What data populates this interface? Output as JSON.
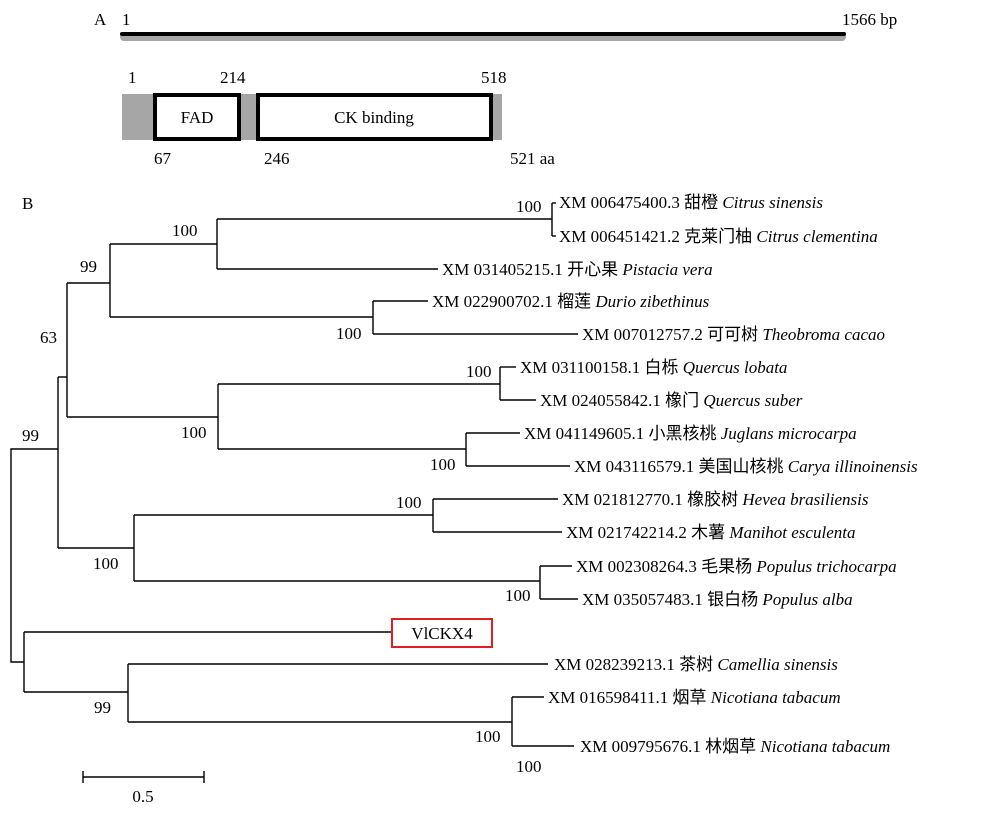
{
  "panel_a": {
    "label": "A",
    "gene": {
      "start": "1",
      "end": "1566 bp"
    },
    "protein": {
      "pos_start": "1",
      "pos_214": "214",
      "pos_518": "518",
      "pos_67": "67",
      "pos_246": "246",
      "pos_end": "521 aa",
      "domains": [
        {
          "name": "FAD",
          "from": 67,
          "to": 214
        },
        {
          "name": "CK binding",
          "from": 246,
          "to": 518
        }
      ],
      "total_aa": 521
    }
  },
  "panel_b": {
    "label": "B",
    "leaves": [
      {
        "accession": "XM 006475400.3",
        "cn": "甜橙",
        "species": "Citrus sinensis"
      },
      {
        "accession": "XM 006451421.2",
        "cn": "克莱门柚",
        "species": "Citrus clementina"
      },
      {
        "accession": "XM 031405215.1",
        "cn": "开心果",
        "species": "Pistacia vera"
      },
      {
        "accession": "XM 022900702.1",
        "cn": "榴莲",
        "species": "Durio zibethinus"
      },
      {
        "accession": "XM 007012757.2",
        "cn": "可可树",
        "species": "Theobroma cacao"
      },
      {
        "accession": "XM 031100158.1",
        "cn": "白栎",
        "species": "Quercus lobata"
      },
      {
        "accession": "XM 024055842.1",
        "cn": "橡门",
        "species": "Quercus suber"
      },
      {
        "accession": "XM 041149605.1",
        "cn": "小黑核桃",
        "species": "Juglans microcarpa"
      },
      {
        "accession": "XM 043116579.1",
        "cn": "美国山核桃",
        "species": "Carya illinoinensis"
      },
      {
        "accession": "XM 021812770.1",
        "cn": "橡胶树",
        "species": "Hevea brasiliensis"
      },
      {
        "accession": "XM 021742214.2",
        "cn": "木薯",
        "species": "Manihot esculenta"
      },
      {
        "accession": "XM 002308264.3",
        "cn": "毛果杨",
        "species": "Populus trichocarpa"
      },
      {
        "accession": "XM 035057483.1",
        "cn": "银白杨",
        "species": "Populus alba"
      },
      {
        "accession": "XM 028239213.1",
        "cn": "茶树",
        "species": "Camellia sinensis"
      },
      {
        "accession": "XM 016598411.1",
        "cn": "烟草",
        "species": "Nicotiana tabacum"
      },
      {
        "accession": "XM 009795676.1",
        "cn": "林烟草",
        "species": "Nicotiana tabacum"
      }
    ],
    "highlight": "VlCKX4",
    "highlight_color": "#e02020",
    "bootstraps": {
      "citrus": "100",
      "citrus_pistacia": "100",
      "sapindales_malvales": "99",
      "durio_theobroma": "100",
      "quercus": "100",
      "fagales": "100",
      "juglandaceae": "100",
      "rosids_a": "63",
      "hevea_manihot": "100",
      "malpighiales": "100",
      "populus": "100",
      "rosids": "99",
      "asterids": "99",
      "nicotiana": "100",
      "nicotiana_tip": "100"
    },
    "scale_bar": {
      "label": "0.5",
      "value": 0.5
    }
  }
}
